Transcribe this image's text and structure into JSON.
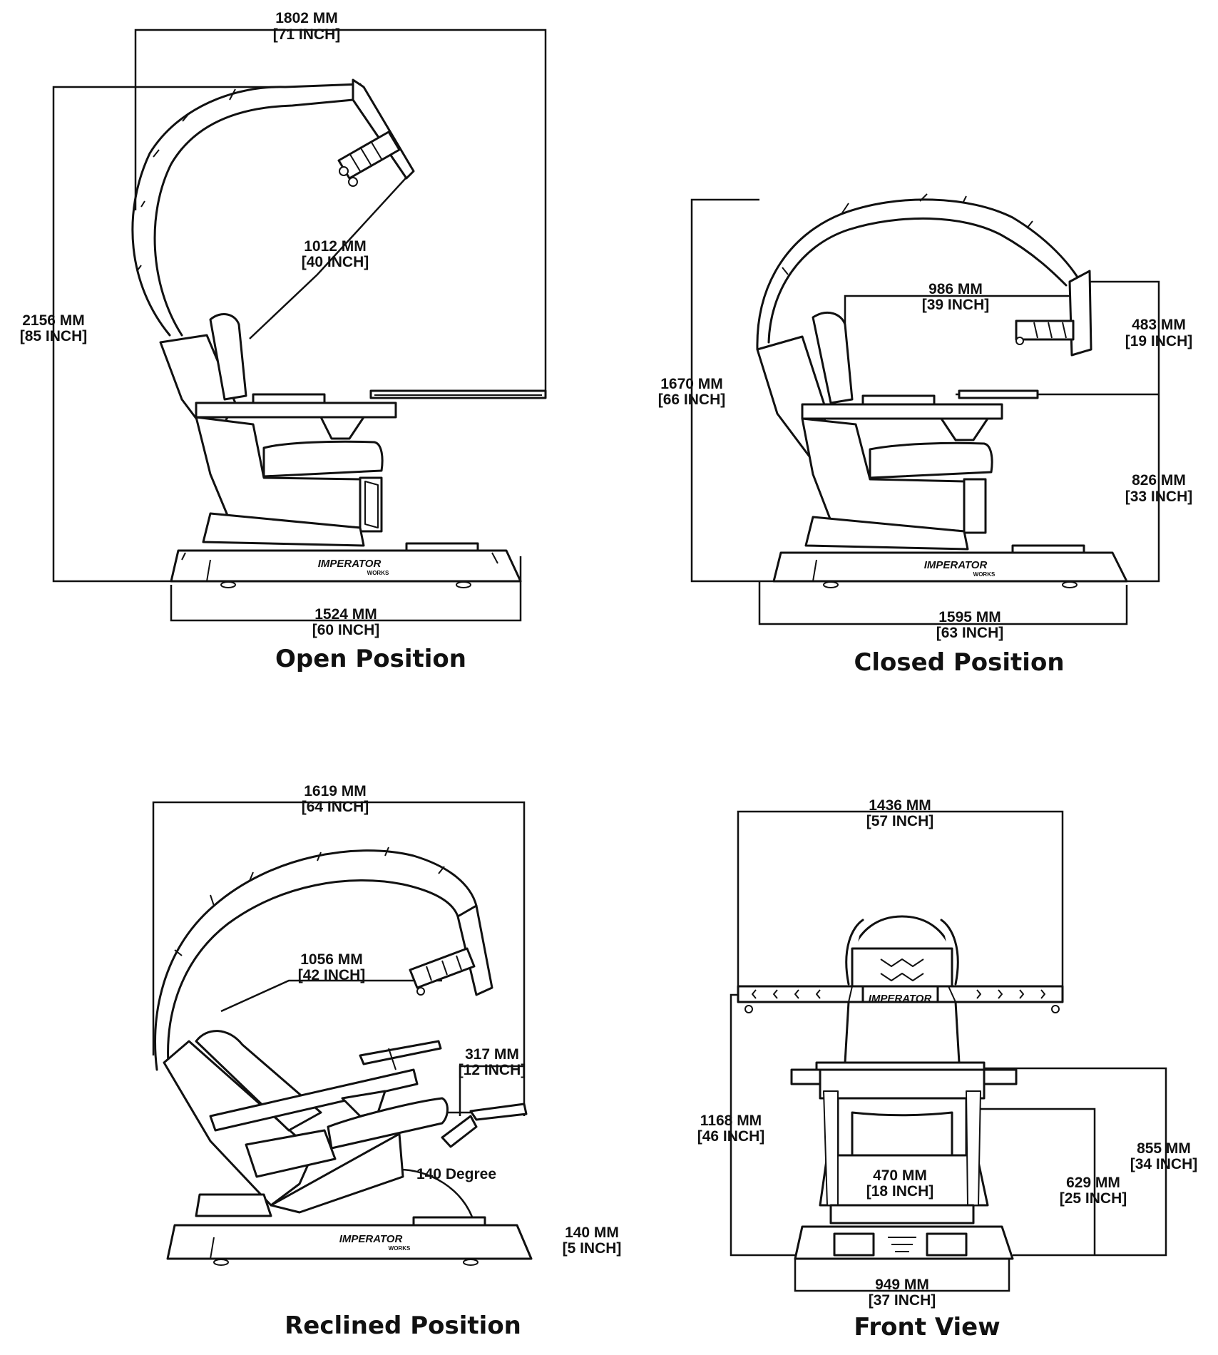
{
  "views": {
    "open": {
      "title": "Open Position",
      "dims": {
        "width_top": [
          "1802 MM",
          "[71 INCH]"
        ],
        "height": [
          "2156 MM",
          "[85 INCH]"
        ],
        "arm": [
          "1012 MM",
          "[40 INCH]"
        ],
        "base": [
          "1524 MM",
          "[60 INCH]"
        ]
      }
    },
    "closed": {
      "title": "Closed Position",
      "dims": {
        "arm": [
          "986 MM",
          "[39 INCH]"
        ],
        "monitor": [
          "483 MM",
          "[19 INCH]"
        ],
        "height": [
          "1670 MM",
          "[66 INCH]"
        ],
        "desk_height": [
          "826 MM",
          "[33 INCH]"
        ],
        "base": [
          "1595 MM",
          "[63 INCH]"
        ]
      }
    },
    "reclined": {
      "title": "Reclined Position",
      "dims": {
        "width_top": [
          "1619 MM",
          "[64 INCH]"
        ],
        "arm": [
          "1056 MM",
          "[42 INCH]"
        ],
        "footrest": [
          "317 MM",
          "[12 INCH]"
        ],
        "angle": "140 Degree",
        "base_height": [
          "140 MM",
          "[5 INCH]"
        ]
      }
    },
    "front": {
      "title": "Front View",
      "dims": {
        "width_top": [
          "1436 MM",
          "[57 INCH]"
        ],
        "height": [
          "1168 MM",
          "[46 INCH]"
        ],
        "seat": [
          "470 MM",
          "[18 INCH]"
        ],
        "seat_height": [
          "629 MM",
          "[25 INCH]"
        ],
        "desk_height": [
          "855 MM",
          "[34 INCH]"
        ],
        "base": [
          "949 MM",
          "[37 INCH]"
        ]
      }
    }
  },
  "logo": {
    "brand": "IMPERATOR",
    "sub": "WORKS"
  }
}
